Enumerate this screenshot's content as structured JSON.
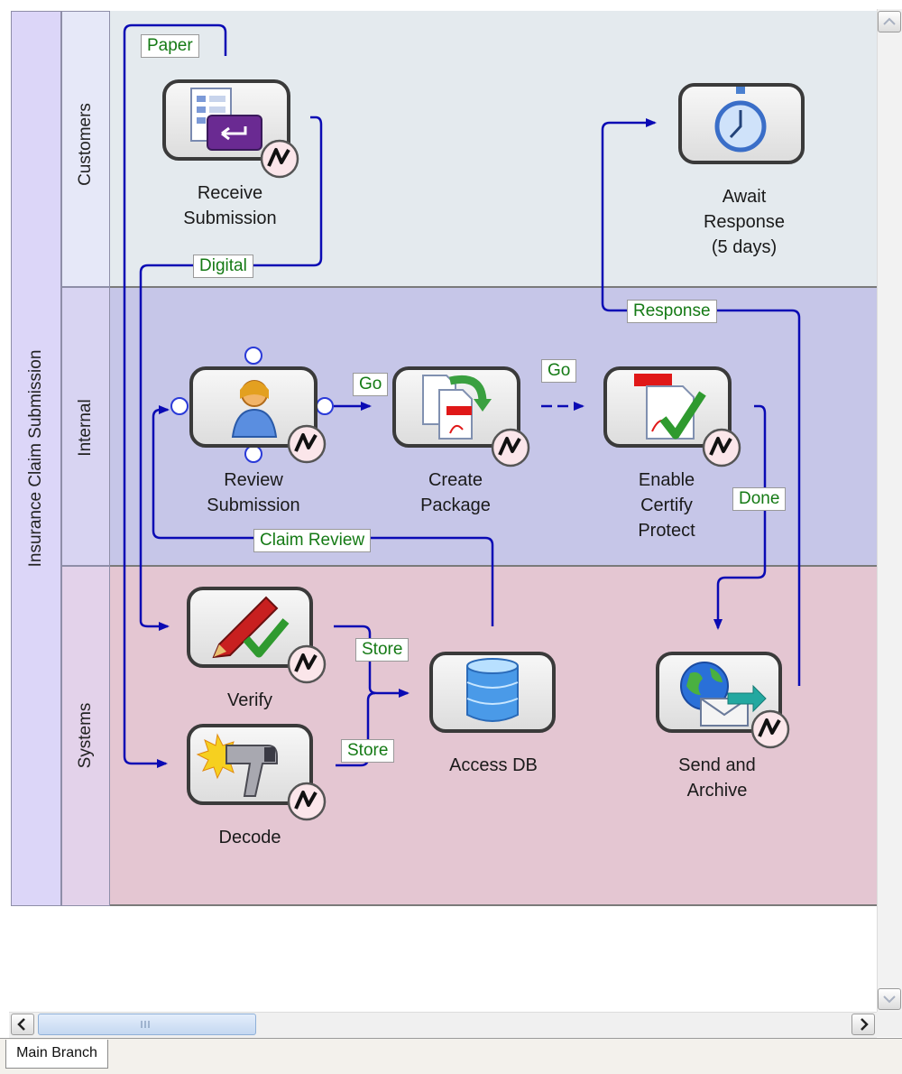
{
  "pool": {
    "label": "Insurance Claim Submission"
  },
  "lanes": [
    {
      "label": "Customers",
      "color": "#e4eaee"
    },
    {
      "label": "Internal",
      "color": "#c6c6e8"
    },
    {
      "label": "Systems",
      "color": "#e4c6d2"
    }
  ],
  "tasks": {
    "receive": "Receive\nSubmission",
    "await": "Await\nResponse\n(5 days)",
    "review": "Review\nSubmission",
    "create": "Create\nPackage",
    "enable": "Enable\nCertify\nProtect",
    "verify": "Verify",
    "decode": "Decode",
    "access": "Access DB",
    "send": "Send and\nArchive"
  },
  "edge_labels": {
    "paper": "Paper",
    "digital": "Digital",
    "go1": "Go",
    "go2": "Go",
    "response": "Response",
    "done": "Done",
    "claim_review": "Claim Review",
    "store1": "Store",
    "store2": "Store"
  },
  "tabs": {
    "main": "Main Branch"
  },
  "icons": {
    "receive": "form-submit-icon",
    "await": "stopwatch-icon",
    "review": "person-icon",
    "create": "pdf-create-icon",
    "enable": "pdf-certify-icon",
    "verify": "pen-check-icon",
    "decode": "barcode-scanner-icon",
    "access": "database-icon",
    "send": "globe-mail-icon",
    "badge": "lightning-service-icon"
  },
  "colors": {
    "connector": "#0a0ab4",
    "edge_label_text": "#157a15",
    "task_border": "#3a3a3a"
  }
}
